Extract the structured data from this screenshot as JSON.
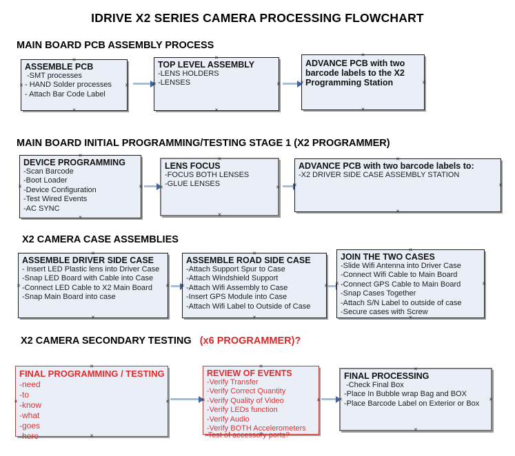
{
  "document": {
    "title": "IDRIVE X2  SERIES CAMERA PROCESSING FLOWCHART"
  },
  "sections": [
    {
      "id": "main-board-pcb-assembly",
      "heading": "MAIN BOARD PCB ASSEMBLY PROCESS",
      "heading_red": "",
      "boxes": [
        {
          "id": "assemble-pcb",
          "title": "ASSEMBLE PCB",
          "lines": [
            "-SMT processes",
            "- HAND Solder processes",
            "- Attach Bar Code Label"
          ]
        },
        {
          "id": "top-level-assembly",
          "title": "TOP LEVEL ASSEMBLY",
          "lines": [
            "-LENS HOLDERS",
            "-LENSES"
          ]
        },
        {
          "id": "advance-pcb-to-x2-programming-station",
          "title": "ADVANCE PCB with two barcode labels to the  X2 Programming Station",
          "lines": []
        }
      ]
    },
    {
      "id": "main-board-initial-programming",
      "heading": "MAIN BOARD INITIAL PROGRAMMING/TESTING STAGE 1 (X2 PROGRAMMER)",
      "heading_red": "",
      "boxes": [
        {
          "id": "device-programming",
          "title": "DEVICE PROGRAMMING",
          "lines": [
            "-Scan Barcode",
            "-Boot Loader",
            "-Device Configuration",
            "-Test Wired Events",
            "-AC SYNC"
          ]
        },
        {
          "id": "lens-focus",
          "title": "LENS FOCUS",
          "lines": [
            "-FOCUS BOTH LENSES",
            "-GLUE LENSES"
          ]
        },
        {
          "id": "advance-pcb-to-driver-side-case-station",
          "title": "ADVANCE PCB with two barcode labels to:",
          "lines": [
            "-X2 DRIVER  SIDE  CASE  ASSEMBLY STATION"
          ]
        }
      ]
    },
    {
      "id": "x2-camera-case-assemblies",
      "heading": "X2 CAMERA CASE ASSEMBLIES",
      "heading_red": "",
      "boxes": [
        {
          "id": "assemble-driver-side-case",
          "title": "ASSEMBLE DRIVER SIDE CASE",
          "lines": [
            "- Insert LED Plastic lens into Driver Case",
            "-Snap LED Board with Cable into Case",
            "-Connect LED Cable to X2 Main Board",
            "-Snap Main Board into case"
          ]
        },
        {
          "id": "assemble-road-side-case",
          "title": "ASSEMBLE ROAD SIDE CASE",
          "lines": [
            "-Attach Support Spur to Case",
            "-Attach Windshield Support",
            "-Attach Wifi Assembly to Case",
            "-Insert GPS Module into Case",
            "-Attach Wifi Label to Outside of Case"
          ]
        },
        {
          "id": "join-the-two-cases",
          "title": "JOIN THE TWO CASES",
          "lines": [
            "-Slide Wifi Antenna into Driver Case",
            "-Connect Wifi Cable to Main Board",
            "-Connect GPS Cable to Main Board",
            "-Snap Cases Together",
            "-Attach S/N Label to outside of case",
            "-Secure cases with Screw"
          ]
        }
      ]
    },
    {
      "id": "x2-camera-secondary-testing",
      "heading": "X2 CAMERA SECONDARY TESTING",
      "heading_red": "(x6 PROGRAMMER)?",
      "boxes": [
        {
          "id": "final-programming-testing",
          "title": "FINAL PROGRAMMING / TESTING",
          "lines": [
            "-need",
            "-to",
            "-know",
            "-what",
            "-goes",
            "-here"
          ]
        },
        {
          "id": "review-of-events",
          "title": "REVIEW OF EVENTS",
          "lines": [
            "-Verify Transfer",
            "-Verify Correct Quantity",
            "-Verify Quality of Video",
            "-Verify LEDs function",
            "-Verify Audio",
            "-Verify BOTH Accelerometers",
            "-Test of accessory ports?"
          ]
        },
        {
          "id": "final-processing",
          "title": "FINAL PROCESSING",
          "lines": [
            "-Check Final Box",
            "-Place In Bubble wrap Bag and BOX",
            "-Place Barcode Label on Exterior or Box"
          ]
        }
      ]
    }
  ],
  "colors": {
    "box_fill": "#e9eef7",
    "box_border": "#1a1a1a",
    "red_text": "#d42a2a",
    "connector_line": "#a8bdd4",
    "connector_head": "#3c64a4"
  }
}
